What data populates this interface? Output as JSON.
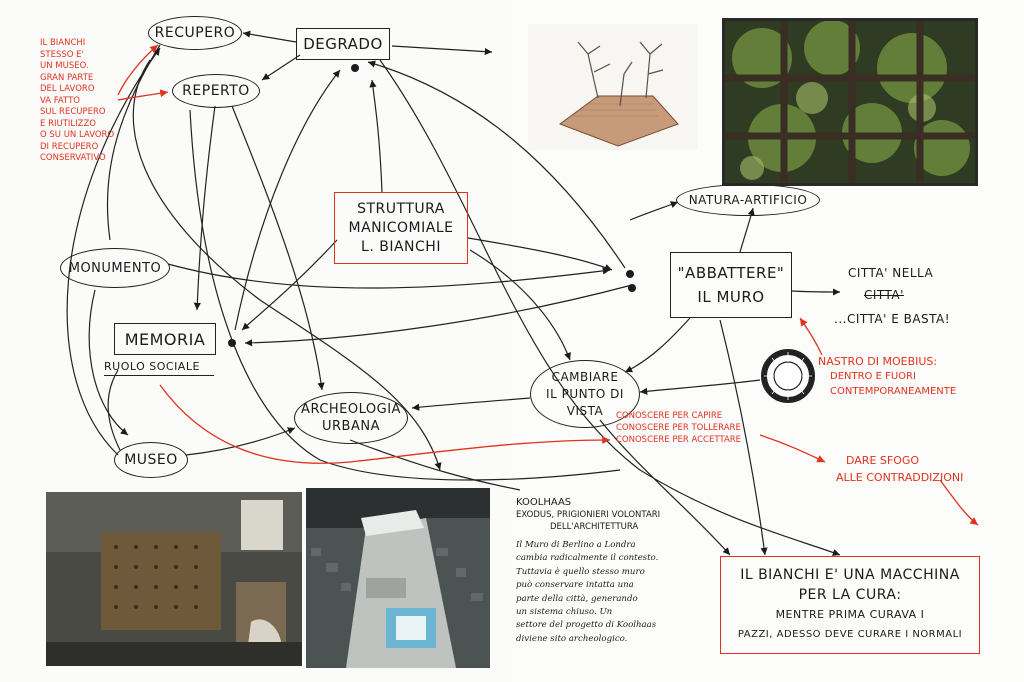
{
  "colors": {
    "ink": "#1b1b1b",
    "accent_red": "#e0321e",
    "paper": "#fbfbfa"
  },
  "nodes": {
    "recupero": "RECUPERO",
    "degrado": "DEGRADO",
    "reperto": "REPERTO",
    "struttura": [
      "STRUTTURA",
      "MANICOMIALE",
      "L. BIANCHI"
    ],
    "monumento": "MONUMENTO",
    "memoria": "MEMORIA",
    "ruolo_sociale": "RUOLO SOCIALE",
    "archeologia": [
      "ARCHEOLOGIA",
      "URBANA"
    ],
    "museo": "MUSEO",
    "natura_artificio": "NATURA-ARTIFICIO",
    "abbattere": [
      "\"ABBATTERE\"",
      "IL MURO"
    ],
    "citta_nella": "CITTA' NELLA",
    "citta": "CITTA'",
    "citta_e_basta": "...CITTA' E BASTA!",
    "cambiare": [
      "CAMBIARE",
      "IL PUNTO DI",
      "VISTA"
    ],
    "bianchi_macchina": [
      "IL BIANCHI E' UNA MACCHINA",
      "PER LA CURA:",
      "MENTRE PRIMA CURAVA I",
      "PAZZI, ADESSO DEVE CURARE I NORMALI"
    ]
  },
  "red_notes": {
    "bianchi_museo": [
      "IL BIANCHI",
      "STESSO E'",
      "UN MUSEO.",
      "GRAN PARTE",
      "DEL LAVORO",
      "VA FATTO",
      "SUL RECUPERO",
      "E RIUTILIZZO",
      "O SU UN LAVORO",
      "DI RECUPERO",
      "CONSERVATIVO"
    ],
    "nastro": [
      "NASTRO DI MOEBIUS:",
      "DENTRO E FUORI",
      "CONTEMPORANEAMENTE"
    ],
    "conoscere": [
      "CONOSCERE PER CAPIRE",
      "CONOSCERE PER TOLLERARE",
      "CONOSCERE PER ACCETTARE"
    ],
    "dare_sfogo": [
      "DARE SFOGO",
      "ALLE CONTRADDIZIONI"
    ]
  },
  "koolhaas_note": {
    "heading": [
      "KOOLHAAS",
      "EXODUS, PRIGIONIERI VOLONTARI",
      "DELL'ARCHITETTURA"
    ],
    "body": [
      "Il Muro di Berlino a Londra",
      "cambia radicalmente il contesto.",
      "Tuttavia è quello stesso muro",
      "può conservare intatta una",
      "parte della città, generando",
      "un sistema chiuso. Un",
      "settore del progetto di Koolhaas",
      "diviene sito archeologico."
    ]
  },
  "images": {
    "sketch": "tree-sketch",
    "window": "barred-window-photo",
    "interior": "interior-photo",
    "aerial": "aerial-collage"
  }
}
